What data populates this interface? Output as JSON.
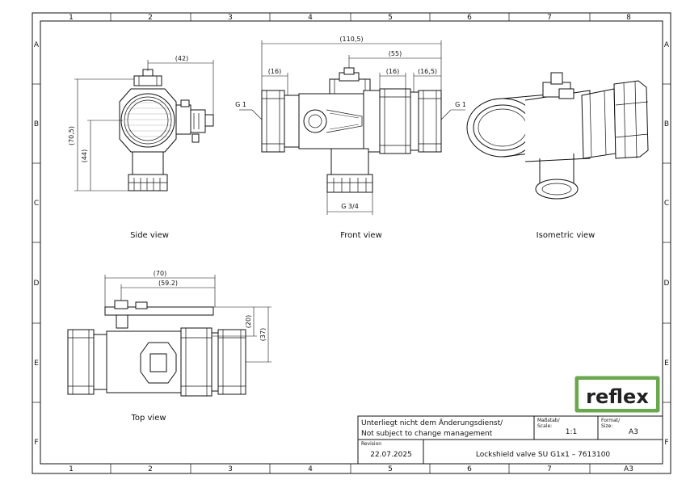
{
  "grid": {
    "columns": [
      "1",
      "2",
      "3",
      "4",
      "5",
      "6",
      "7",
      "8"
    ],
    "rows": [
      "A",
      "B",
      "C",
      "D",
      "E",
      "F"
    ],
    "corner_mark": "A3"
  },
  "views": {
    "side": "Side view",
    "front": "Front view",
    "isometric": "Isometric view",
    "top": "Top view"
  },
  "dimensions": {
    "side_width": "(42)",
    "side_height_total": "(70,5)",
    "side_height_lower": "(44)",
    "front_total": "(110,5)",
    "front_55": "(55)",
    "front_16_left": "(16)",
    "front_16_mid": "(16)",
    "front_16_5": "(16,5)",
    "thread_left": "G 1",
    "thread_right": "G 1",
    "thread_bottom": "G 3/4",
    "top_70": "(70)",
    "top_59_2": "(59.2)",
    "top_20": "(20)",
    "top_37": "(37)"
  },
  "title_block": {
    "note_line1": "Unterliegt nicht dem Änderungsdienst/",
    "note_line2": "Not subject to change management",
    "scale_label_de": "Maßstab/",
    "scale_label_en": "Scale:",
    "scale_value": "1:1",
    "format_label_de": "Format/",
    "format_label_en": "Size:",
    "format_value": "A3",
    "revision_label": "Revision",
    "revision_date": "22.07.2025",
    "title": "Lockshield valve SU G1x1 – 7613100"
  },
  "logo": {
    "text": "reflex",
    "color": "#6aa84f"
  }
}
